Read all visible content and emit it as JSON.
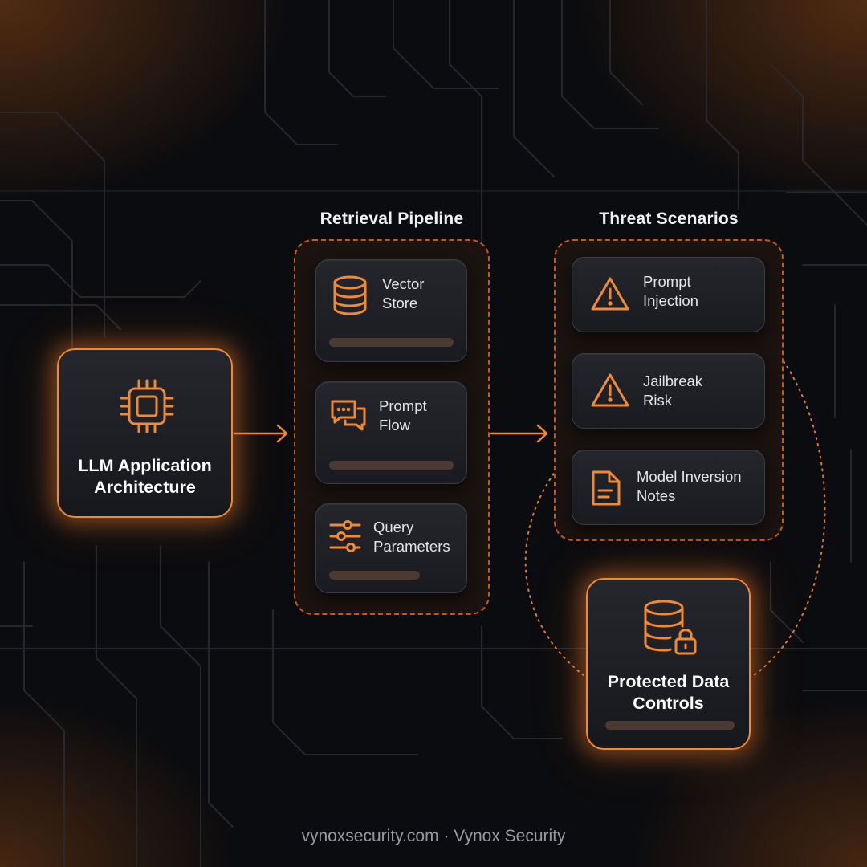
{
  "colors": {
    "accent": "#f08a35",
    "dashed_border": "#c45a1c",
    "background": "#0b0c0f",
    "card": "#1f2126",
    "bar": "#4a3a32"
  },
  "hero": {
    "title": "LLM Application\nArchitecture",
    "icon": "cpu-chip-icon"
  },
  "retrieval": {
    "title": "Retrieval Pipeline",
    "items": [
      {
        "label": "Vector\nStore",
        "icon": "database-icon"
      },
      {
        "label": "Prompt\nFlow",
        "icon": "chat-bubbles-icon"
      },
      {
        "label": "Query\nParameters",
        "icon": "sliders-icon"
      }
    ]
  },
  "threats": {
    "title": "Threat Scenarios",
    "items": [
      {
        "label": "Prompt\nInjection",
        "icon": "warning-triangle-icon"
      },
      {
        "label": "Jailbreak\nRisk",
        "icon": "warning-triangle-icon"
      },
      {
        "label": "Model Inversion\nNotes",
        "icon": "document-icon"
      }
    ]
  },
  "protected": {
    "title": "Protected Data\nControls",
    "icon": "database-lock-icon"
  },
  "footer": {
    "text": "vynoxsecurity.com · Vynox Security"
  }
}
